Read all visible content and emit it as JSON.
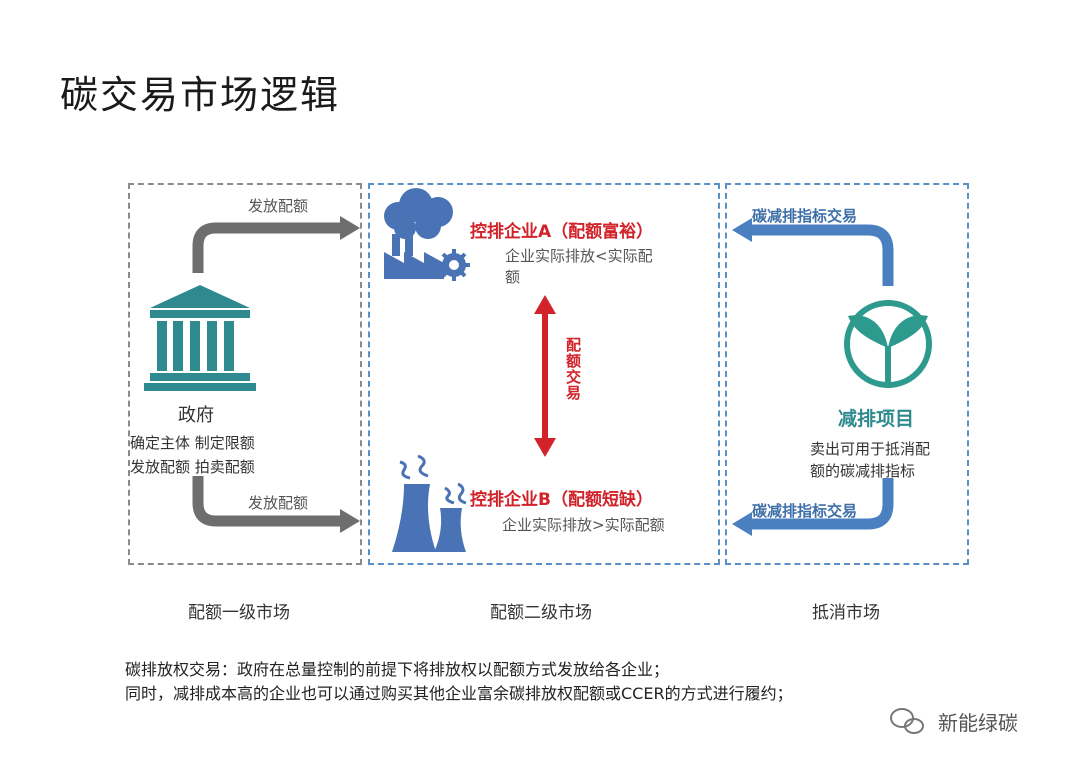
{
  "title": "碳交易市场逻辑",
  "government": {
    "label": "政府",
    "line1": "确定主体 制定限额",
    "line2": "发放配额 拍卖配额",
    "arrow_top_label": "发放配额",
    "arrow_bottom_label": "发放配额"
  },
  "enterprise_a": {
    "title": "控排企业A（配额富裕）",
    "desc_line1": "企业实际排放<实际配",
    "desc_line2": "额"
  },
  "quota_trade": "配额交易",
  "enterprise_b": {
    "title": "控排企业B（配额短缺）",
    "desc": "企业实际排放>实际配额"
  },
  "project": {
    "label": "减排项目",
    "line1": "卖出可用于抵消配",
    "line2": "额的碳减排指标",
    "arrow_top_label": "碳减排指标交易",
    "arrow_bottom_label": "碳减排指标交易"
  },
  "markets": [
    "配额一级市场",
    "配额二级市场",
    "抵消市场"
  ],
  "description": [
    "碳排放权交易：政府在总量控制的前提下将排放权以配额方式发放给各企业；",
    "同时，减排成本高的企业也可以通过购买其他企业富余碳排放权配额或CCER的方式进行履约；"
  ],
  "watermark": "新能绿碳",
  "icons": {
    "government": "government-building-icon",
    "factory": "factory-gear-icon",
    "cooling_tower": "cooling-tower-icon",
    "sprout": "sprout-icon",
    "wechat": "wechat-icon"
  },
  "colors": {
    "red": "#d2232a",
    "blue": "#3f6fa8",
    "teal": "#2e8a8e",
    "gray_arrow": "#6e6e6e",
    "light_blue_arrow": "#5b8fc8"
  }
}
